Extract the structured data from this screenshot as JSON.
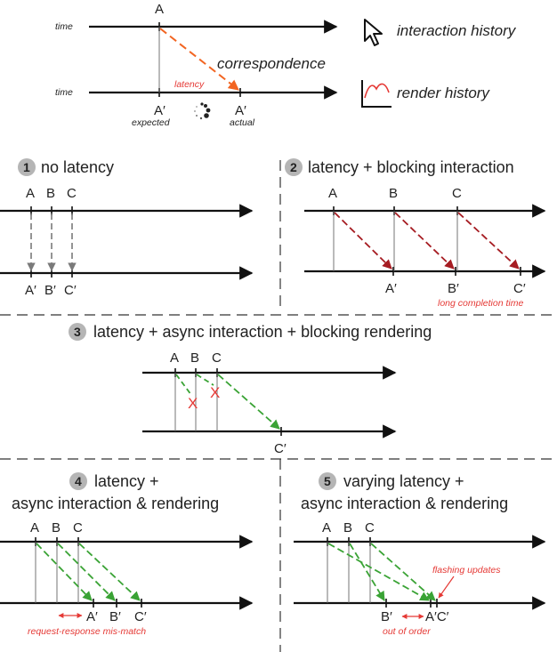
{
  "legend": {
    "time_top": "time",
    "time_bottom": "time",
    "event_a": "A",
    "event_a_prime_expected": "A′",
    "event_a_prime_actual": "A′",
    "expected": "expected",
    "actual": "actual",
    "latency": "latency",
    "correspondence": "correspondence",
    "interaction_history": "interaction history",
    "render_history": "render history"
  },
  "panels": [
    {
      "number": "1",
      "title": "no latency",
      "events": [
        "A",
        "B",
        "C"
      ],
      "renders": [
        "A′",
        "B′",
        "C′"
      ]
    },
    {
      "number": "2",
      "title": "latency + blocking interaction",
      "events": [
        "A",
        "B",
        "C"
      ],
      "renders": [
        "A′",
        "B′",
        "C′"
      ],
      "note": "long completion time"
    },
    {
      "number": "3",
      "title": "latency + async interaction + blocking rendering",
      "events": [
        "A",
        "B",
        "C"
      ],
      "renders": [
        "C′"
      ],
      "cancel_marks": [
        "X",
        "X"
      ]
    },
    {
      "number": "4",
      "title_line1": "latency +",
      "title_line2": "async interaction & rendering",
      "events": [
        "A",
        "B",
        "C"
      ],
      "renders": [
        "A′",
        "B′",
        "C′"
      ],
      "note": "request-response mis-match"
    },
    {
      "number": "5",
      "title_line1": "varying latency +",
      "title_line2": "async interaction & rendering",
      "events": [
        "A",
        "B",
        "C"
      ],
      "renders": [
        "B′",
        "A′C′"
      ],
      "note_top": "flashing updates",
      "note_bottom": "out of order"
    }
  ],
  "colors": {
    "axis": "#111111",
    "correspondence_orange": "#f26522",
    "blocking_red": "#a61c22",
    "async_green": "#3aa335",
    "no_latency_gray": "#7a7a7a",
    "annotation_red": "#e53935"
  }
}
